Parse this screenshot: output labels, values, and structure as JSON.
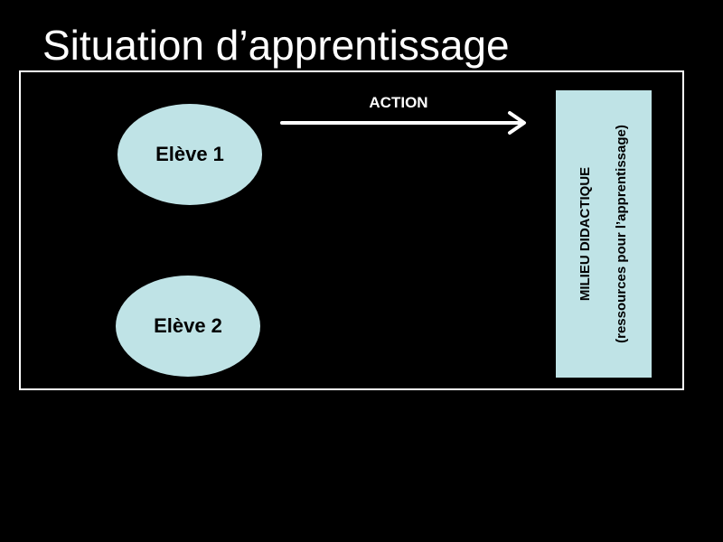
{
  "title": "Situation d’apprentissage",
  "students": [
    {
      "label": "Elève 1"
    },
    {
      "label": "Elève 2"
    }
  ],
  "action": {
    "label": "ACTION"
  },
  "milieu": {
    "title": "MILIEU DIDACTIQUE",
    "subtitle": "(ressources pour l’apprentissage)"
  },
  "colors": {
    "background": "#000000",
    "shape_fill": "#bfe3e6",
    "frame_and_arrow": "#ffffff",
    "title_text": "#ffffff",
    "shape_text": "#000000"
  }
}
